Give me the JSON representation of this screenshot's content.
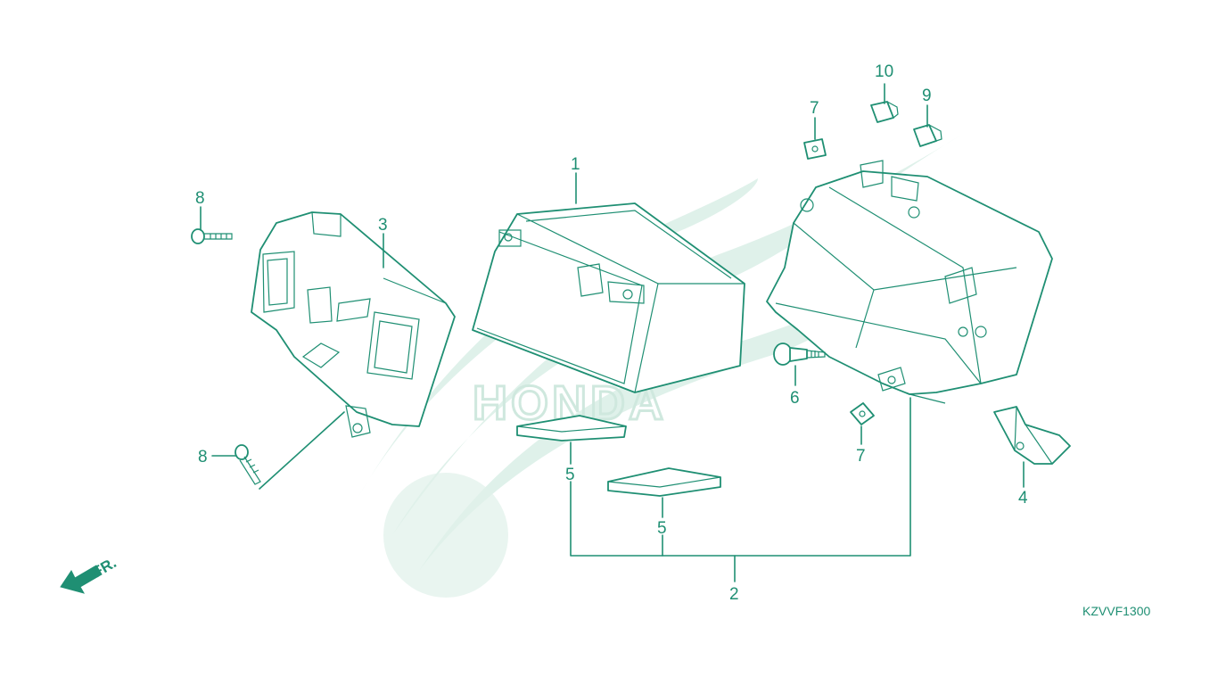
{
  "watermark": {
    "text": "HONDA"
  },
  "part_labels": {
    "p1": "1",
    "p2": "2",
    "p3": "3",
    "p4": "4",
    "p5a": "5",
    "p5b": "5",
    "p6": "6",
    "p7a": "7",
    "p7b": "7",
    "p8a": "8",
    "p8b": "8",
    "p9": "9",
    "p10": "10"
  },
  "front_arrow_label": "FR.",
  "diagram_code": "KZVVF1300",
  "colors": {
    "line": "#1f8f73",
    "watermark": "#dff1ea"
  }
}
